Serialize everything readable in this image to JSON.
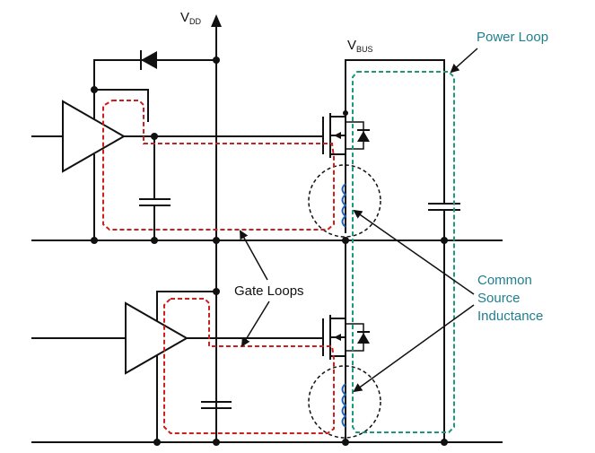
{
  "labels": {
    "vdd_main": "V",
    "vdd_sub": "DD",
    "vbus_main": "V",
    "vbus_sub": "BUS",
    "power_loop": "Power Loop",
    "gate_loops": "Gate Loops",
    "csi_line1": "Common",
    "csi_line2": "Source",
    "csi_line3": "Inductance"
  },
  "colors": {
    "wire": "#111111",
    "gate_loop": "#cc1f1f",
    "power_loop": "#1a9a7a",
    "label_accent": "#1f7f8f",
    "inductor": "#1f5fbf"
  }
}
